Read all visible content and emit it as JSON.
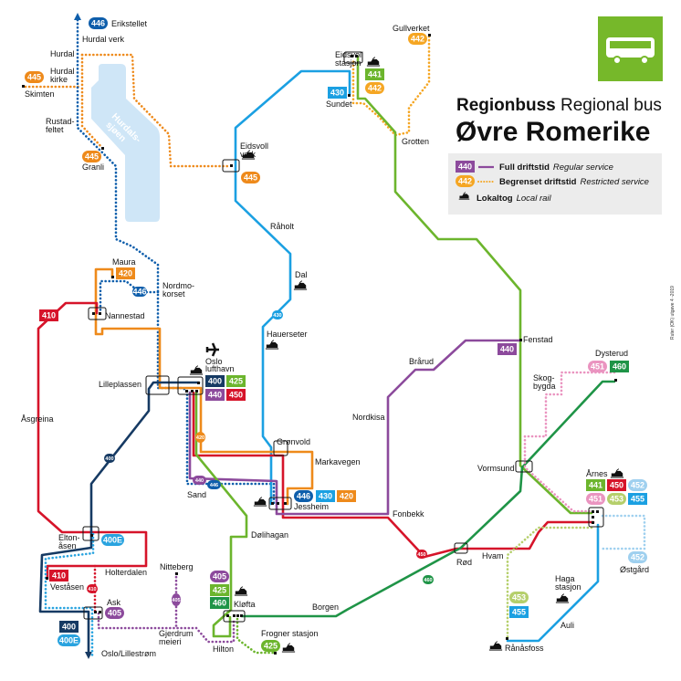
{
  "title": {
    "bold": "Regionbuss",
    "regular": " Regional bus",
    "area": "Øvre Romerike"
  },
  "legend": {
    "full_route": "440",
    "full_label": "Full driftstid",
    "full_label_en": "Regular service",
    "restricted_route": "442",
    "restricted_label": "Begrenset driftstid",
    "restricted_label_en": "Restricted service",
    "rail_label": "Lokaltog",
    "rail_label_en": "Local rail"
  },
  "credit": "Ruter (OK) utgave 4 -2019",
  "lake": [
    "Hurdals-",
    "sjøen"
  ],
  "colors": {
    "400": "#163a63",
    "400E": "#29a3df",
    "405": "#8c4a9c",
    "410": "#d6142a",
    "420": "#ee8a1b",
    "425": "#6cb52d",
    "430": "#1ba0e2",
    "440": "#8c4a9c",
    "441": "#6cb52d",
    "442": "#f5a623",
    "445": "#ee8a1b",
    "446": "#0e5eab",
    "450": "#d6142a",
    "451": "#ea94c0",
    "452": "#9fd0ef",
    "453": "#b5cf6b",
    "455": "#1ba0e2",
    "460": "#1f9447",
    "bus_tile": "#76b82a",
    "lake": "#cfe6f7",
    "legend_bg": "#ececec"
  },
  "routes": {
    "400": "400",
    "400E": "400E",
    "405": "405",
    "410": "410",
    "420": "420",
    "425": "425",
    "430": "430",
    "440": "440",
    "441": "441",
    "442": "442",
    "445": "445",
    "446": "446",
    "450": "450",
    "451": "451",
    "452": "452",
    "453": "453",
    "455": "455",
    "460": "460"
  },
  "stations": {
    "erikstellet": "Erikstellet",
    "hurdal_verk": "Hurdal verk",
    "hurdal": "Hurdal",
    "hurdal_kirke_1": "Hurdal",
    "hurdal_kirke_2": "kirke",
    "skimten": "Skimten",
    "rustadfeltet_1": "Rustad-",
    "rustadfeltet_2": "feltet",
    "granli": "Granli",
    "gullverket": "Gullverket",
    "eidsvoll_stasjon_1": "Eidsvoll",
    "eidsvoll_stasjon_2": "stasjon",
    "sundet": "Sundet",
    "grotten": "Grotten",
    "eidsvoll_verk_1": "Eidsvoll",
    "eidsvoll_verk_2": "verk",
    "raholt": "Råholt",
    "dal": "Dal",
    "hauerseter": "Hauerseter",
    "maura": "Maura",
    "nordmokorset_1": "Nordmo-",
    "nordmokorset_2": "korset",
    "nannestad": "Nannestad",
    "oslo_lufthavn_1": "Oslo",
    "oslo_lufthavn_2": "lufthavn",
    "lilleplassen": "Lilleplassen",
    "asgreina": "Åsgreina",
    "gronvold": "Grønvold",
    "markavegen": "Markavegen",
    "sand": "Sand",
    "jessheim": "Jessheim",
    "nordkisa": "Nordkisa",
    "brarud": "Brårud",
    "fenstad": "Fenstad",
    "fonbekk": "Fonbekk",
    "dysterud": "Dysterud",
    "skogbygda_1": "Skog-",
    "skogbygda_2": "bygda",
    "vormsund": "Vormsund",
    "arnes": "Årnes",
    "eltonasen_1": "Elton-",
    "eltonasen_2": "åsen",
    "holterdalen": "Holterdalen",
    "vestasen": "Veståsen",
    "ask": "Ask",
    "nitteberg": "Nitteberg",
    "gjerdrum_1": "Gjerdrum",
    "gjerdrum_2": "meieri",
    "oslo_lillestrom": "Oslo/Lillestrøm",
    "dolihagan": "Dølihagan",
    "klofta": "Kløfta",
    "hilton": "Hilton",
    "borgen": "Borgen",
    "frogner": "Frogner stasjon",
    "rod": "Rød",
    "hvam": "Hvam",
    "haga_1": "Haga",
    "haga_2": "stasjon",
    "auli": "Auli",
    "ostgard": "Østgård",
    "ranasfoss": "Rånåsfoss"
  }
}
